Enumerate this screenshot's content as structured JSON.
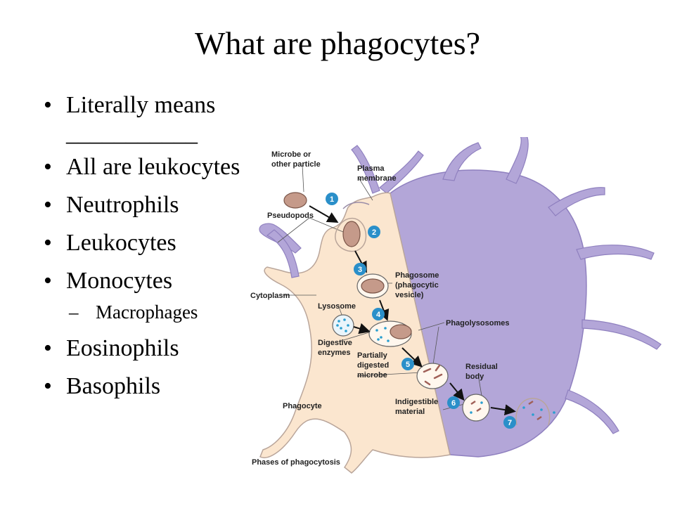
{
  "title": "What are phagocytes?",
  "bullets": [
    {
      "text": "Literally means ___________"
    },
    {
      "text": "All are leukocytes"
    },
    {
      "text": "Neutrophils"
    },
    {
      "text": "Leukocytes"
    },
    {
      "text": "Monocytes"
    },
    {
      "text": "Macrophages",
      "sub": true
    },
    {
      "text": "Eosinophils"
    },
    {
      "text": "Basophils"
    }
  ],
  "diagram": {
    "labels": {
      "microbe": [
        "Microbe or",
        "other particle"
      ],
      "plasma": [
        "Plasma",
        "membrane"
      ],
      "pseudopods": "Pseudopods",
      "phagosome": [
        "Phagosome",
        "(phagocytic",
        "vesicle)"
      ],
      "cytoplasm": "Cytoplasm",
      "lysosome": "Lysosome",
      "phagolysosomes": "Phagolysosomes",
      "digestive": [
        "Digestive",
        "enzymes"
      ],
      "partially": [
        "Partially",
        "digested",
        "microbe"
      ],
      "residual": [
        "Residual",
        "body"
      ],
      "indigestible": [
        "Indigestible",
        "material"
      ],
      "phagocyte": "Phagocyte",
      "caption": "Phases of phagocytosis"
    },
    "steps": [
      "1",
      "2",
      "3",
      "4",
      "5",
      "6",
      "7"
    ],
    "colors": {
      "cell_cream": "#fbe6cf",
      "cell_purple": "#b3a6d8",
      "step_blue": "#2a8fc9",
      "microbe": "#c59a8a"
    }
  }
}
